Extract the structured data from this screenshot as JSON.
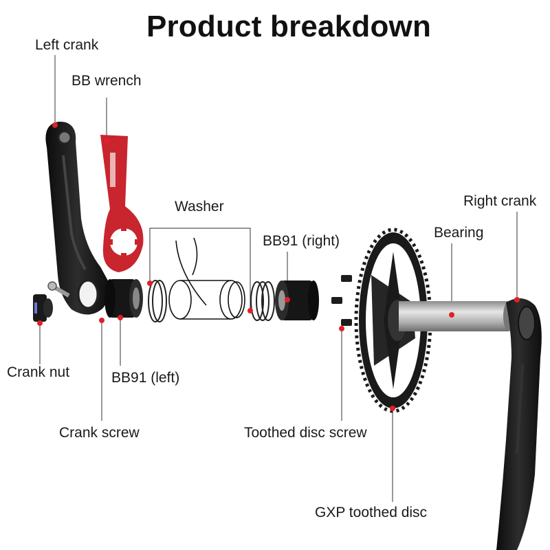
{
  "title": "Product breakdown",
  "labels": {
    "left_crank": "Left crank",
    "bb_wrench": "BB wrench",
    "washer": "Washer",
    "bb91_right": "BB91 (right)",
    "bearing": "Bearing",
    "right_crank": "Right crank",
    "crank_nut": "Crank nut",
    "bb91_left": "BB91 (left)",
    "crank_screw": "Crank screw",
    "toothed_disc_screw": "Toothed disc screw",
    "gxp_toothed_disc": "GXP toothed disc"
  },
  "colors": {
    "accent_dot": "#e0202a",
    "part_black": "#1c1c1c",
    "wrench_red": "#c8252f",
    "spindle_silver": "#b8b8b8"
  }
}
